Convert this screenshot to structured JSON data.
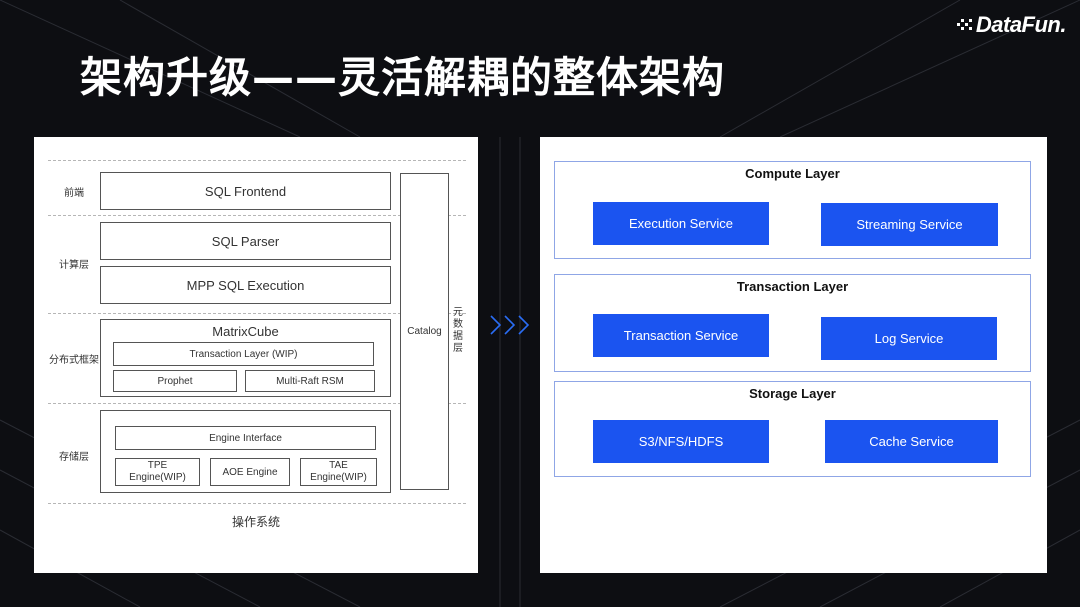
{
  "brand": {
    "logo_text": "DataFun."
  },
  "slide": {
    "title": "架构升级——灵活解耦的整体架构"
  },
  "left_diagram": {
    "side_labels": [
      "前端",
      "计算层",
      "分布式框架",
      "存储层"
    ],
    "sql_frontend": "SQL Frontend",
    "sql_parser": "SQL Parser",
    "mpp_sql_execution": "MPP SQL Execution",
    "matrixcube": {
      "title": "MatrixCube",
      "transaction_layer": "Transaction Layer (WIP)",
      "prophet": "Prophet",
      "multi_raft": "Multi-Raft RSM"
    },
    "storage": {
      "engine_interface": "Engine Interface",
      "tpe_engine": "TPE Engine(WIP)",
      "aoe_engine": "AOE Engine",
      "tae_engine": "TAE Engine(WIP)"
    },
    "catalog": "Catalog",
    "metadata_layer": "元数据层",
    "os": "操作系统"
  },
  "right_diagram": {
    "layers": [
      {
        "title": "Compute Layer",
        "services": [
          "Execution Service",
          "Streaming Service"
        ]
      },
      {
        "title": "Transaction Layer",
        "services": [
          "Transaction Service",
          "Log Service"
        ]
      },
      {
        "title": "Storage Layer",
        "services": [
          "S3/NFS/HDFS",
          "Cache Service"
        ]
      }
    ]
  },
  "colors": {
    "accent": "#1b54f0",
    "arrow": "#2a6df4",
    "layer_border": "#8fa6e6",
    "background": "#0d0e12"
  }
}
